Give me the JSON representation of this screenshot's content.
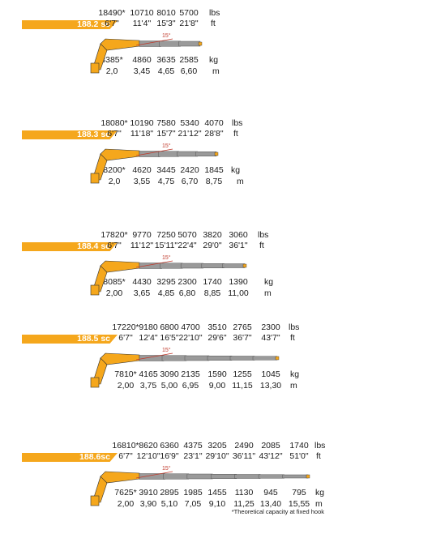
{
  "models": [
    {
      "name": "188.2 sc",
      "lbs": [
        "18490*",
        "10710",
        "8010",
        "5700"
      ],
      "ft": [
        "6'7\"",
        "11'4\"",
        "15'3\"",
        "21'8\""
      ],
      "kg": [
        "8385*",
        "4860",
        "3635",
        "2585"
      ],
      "m": [
        "2,0",
        "3,45",
        "4,65",
        "6,60"
      ],
      "angle": "15°",
      "units": {
        "lbs": "lbs",
        "ft": "ft",
        "kg": "kg",
        "m": "m"
      }
    },
    {
      "name": "188.3 sc",
      "lbs": [
        "18080*",
        "10190",
        "7580",
        "5340",
        "4070"
      ],
      "ft": [
        "6'7\"",
        "11'18\"",
        "15'7\"",
        "21'12\"",
        "28'8\""
      ],
      "kg": [
        "8200*",
        "4620",
        "3445",
        "2420",
        "1845"
      ],
      "m": [
        "2,0",
        "3,55",
        "4,75",
        "6,70",
        "8,75"
      ],
      "angle": "15°",
      "units": {
        "lbs": "lbs",
        "ft": "ft",
        "kg": "kg",
        "m": "m"
      }
    },
    {
      "name": "188.4 sc",
      "lbs": [
        "17820*",
        "9770",
        "7250",
        "5070",
        "3820",
        "3060"
      ],
      "ft": [
        "6'7\"",
        "11'12\"",
        "15'11\"",
        "22'4\"",
        "29'0\"",
        "36'1\""
      ],
      "kg": [
        "8085*",
        "4430",
        "3295",
        "2300",
        "1740",
        "1390"
      ],
      "m": [
        "2,00",
        "3,65",
        "4,85",
        "6,80",
        "8,85",
        "11,00"
      ],
      "angle": "15°",
      "units": {
        "lbs": "lbs",
        "ft": "ft",
        "kg": "kg",
        "m": "m"
      }
    },
    {
      "name": "188.5 sc",
      "lbs": [
        "17220*",
        "9180",
        "6800",
        "4700",
        "3510",
        "2765",
        "2300"
      ],
      "ft": [
        "6'7\"",
        "12'4\"",
        "16'5\"",
        "22'10\"",
        "29'6\"",
        "36'7\"",
        "43'7\""
      ],
      "kg": [
        "7810*",
        "4165",
        "3090",
        "2135",
        "1590",
        "1255",
        "1045"
      ],
      "m": [
        "2,00",
        "3,75",
        "5,00",
        "6,95",
        "9,00",
        "11,15",
        "13,30"
      ],
      "angle": "15°",
      "units": {
        "lbs": "lbs",
        "ft": "ft",
        "kg": "kg",
        "m": "m"
      }
    },
    {
      "name": "188.6sc",
      "lbs": [
        "16810*",
        "8620",
        "6360",
        "4375",
        "3205",
        "2490",
        "2085",
        "1740"
      ],
      "ft": [
        "6'7\"",
        "12'10\"",
        "16'9\"",
        "23'1\"",
        "29'10\"",
        "36'11\"",
        "43'12\"",
        "51'0\""
      ],
      "kg": [
        "7625*",
        "3910",
        "2895",
        "1985",
        "1455",
        "1130",
        "945",
        "795"
      ],
      "m": [
        "2,00",
        "3,90",
        "5,10",
        "7,05",
        "9,10",
        "11,25",
        "13,40",
        "15,55"
      ],
      "angle": "15°",
      "units": {
        "lbs": "lbs",
        "ft": "ft",
        "kg": "kg",
        "m": "m"
      }
    }
  ],
  "footnote": "*Theoretical capacity at fixed hook",
  "colors": {
    "accent": "#f5a71c",
    "boom_gray": "#9a9a9a",
    "angle_line": "#c0392b"
  }
}
